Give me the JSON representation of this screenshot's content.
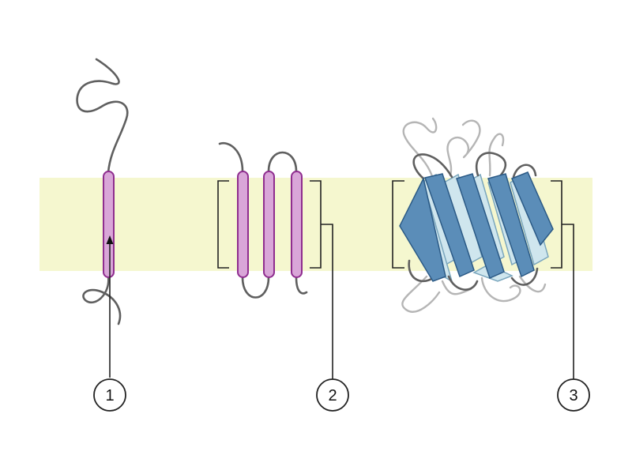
{
  "colors": {
    "background": "#ffffff",
    "membrane": "#f5f7cf",
    "helix_fill": "#d9a6d8",
    "helix_stroke": "#8f2d8f",
    "loop": "#5f5f5f",
    "loop_light": "#b5b5b5",
    "strand_dark": "#5b8db8",
    "strand_dark_stroke": "#2b5a86",
    "strand_light": "#cfe6ee",
    "strand_light_stroke": "#7aa6bd",
    "bracket": "#222222",
    "callout_line": "#222222"
  },
  "callouts": [
    {
      "label": "1",
      "name": "single-pass-helix"
    },
    {
      "label": "2",
      "name": "multi-pass-helices"
    },
    {
      "label": "3",
      "name": "beta-barrel"
    }
  ]
}
